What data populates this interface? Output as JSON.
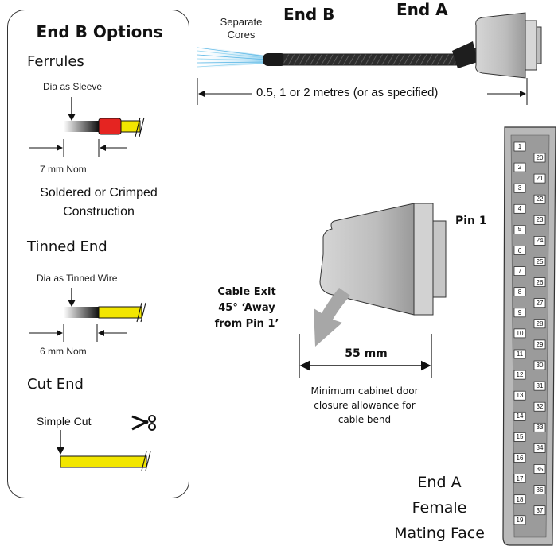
{
  "panel": {
    "title": "End B Options",
    "ferrules": {
      "heading": "Ferrules",
      "top_note": "Dia as Sleeve",
      "length": "7 mm Nom",
      "construction_line1": "Soldered or Crimped",
      "construction_line2": "Construction"
    },
    "tinned": {
      "heading": "Tinned End",
      "top_note": "Dia as Tinned Wire",
      "length": "6 mm Nom"
    },
    "cut": {
      "heading": "Cut End",
      "note": "Simple Cut"
    }
  },
  "cable": {
    "separate_cores_line1": "Separate",
    "separate_cores_line2": "Cores",
    "end_b_label": "End B",
    "end_a_label": "End A",
    "length_label": "0.5, 1 or 2 metres (or as specified)"
  },
  "connector_side": {
    "pin1_label": "Pin 1",
    "cable_exit_line1": "Cable Exit",
    "cable_exit_line2": "45° ‘Away",
    "cable_exit_line3": "from Pin 1’",
    "dimension": "55 mm",
    "door_line1": "Minimum cabinet door",
    "door_line2": "closure allowance for",
    "door_line3": "cable bend"
  },
  "mating_face": {
    "line1": "End A",
    "line2": "Female",
    "line3": "Mating Face",
    "left_pins": [
      "1",
      "2",
      "3",
      "4",
      "5",
      "6",
      "7",
      "8",
      "9",
      "10",
      "11",
      "12",
      "13",
      "14",
      "15",
      "16",
      "17",
      "18",
      "19"
    ],
    "right_pins": [
      "20",
      "21",
      "22",
      "23",
      "24",
      "25",
      "26",
      "27",
      "28",
      "29",
      "30",
      "31",
      "32",
      "33",
      "34",
      "35",
      "36",
      "37"
    ]
  },
  "colors": {
    "ferrule_red": "#e52421",
    "wire_yellow": "#f2e600",
    "connector_grey": "#b9b9b9",
    "arrow_grey": "#a7a7a7",
    "core_blue": "#8ed3f0"
  }
}
